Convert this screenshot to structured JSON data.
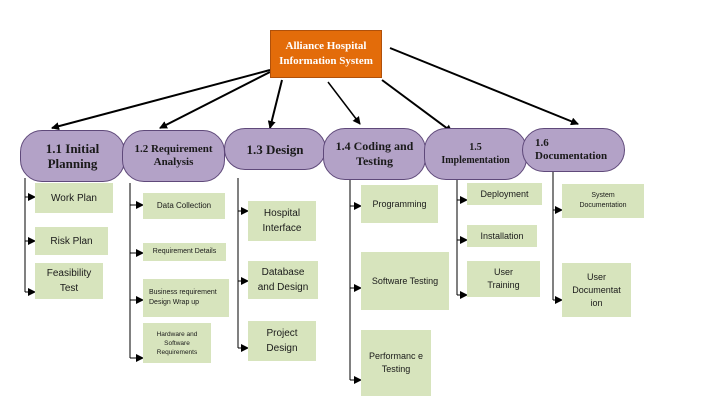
{
  "root": {
    "label": "Alliance Hospital Information System"
  },
  "phases": [
    {
      "label": "1.1 Initial Planning",
      "tasks": [
        "Work Plan",
        "Risk Plan",
        "Feasibility Test"
      ]
    },
    {
      "label": "1.2 Requirement Analysis",
      "tasks": [
        "Data Collection",
        "Requirement Details",
        "Business requirement Design Wrap up",
        "Hardware and Software Requirements"
      ]
    },
    {
      "label": "1.3 Design",
      "tasks": [
        "Hospital Interface",
        "Database and Design",
        "Project Design"
      ]
    },
    {
      "label": "1.4 Coding and Testing",
      "tasks": [
        "Programming",
        "Software Testing",
        "Performanc e Testing"
      ]
    },
    {
      "label": "1.5 Implementation",
      "tasks": [
        "Deployment",
        "Installation",
        "User Training"
      ]
    },
    {
      "label": "1.6 Documentation",
      "tasks": [
        "System Documentation",
        "User Documentat ion"
      ]
    }
  ],
  "colors": {
    "root_fill": "#e36c0a",
    "phase_fill": "#b3a2c7",
    "task_fill": "#d7e4bd",
    "connector": "#000000"
  }
}
